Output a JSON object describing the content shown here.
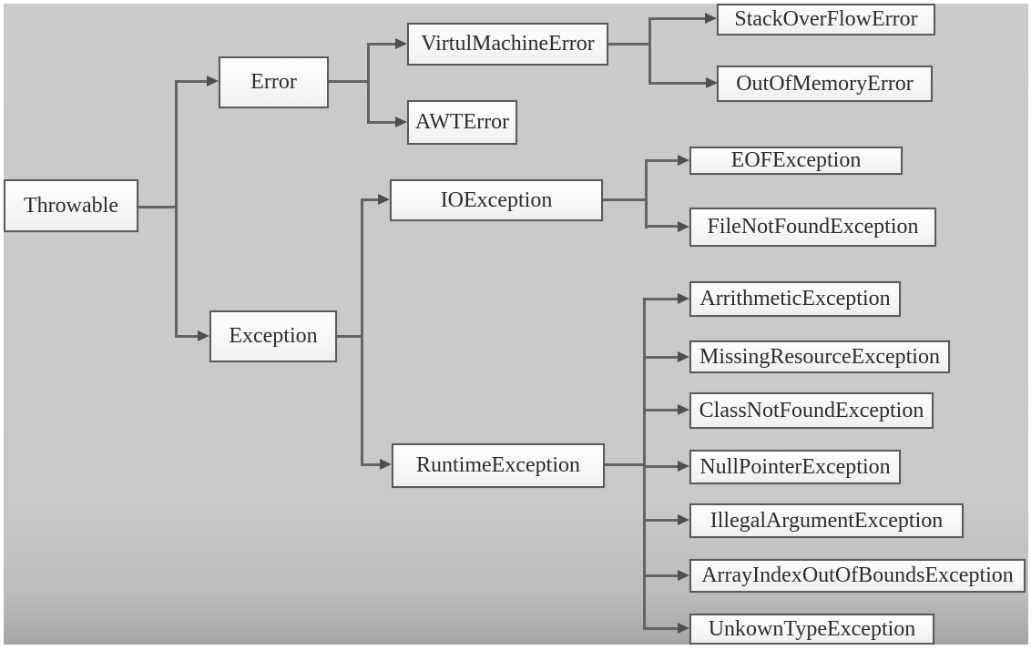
{
  "diagram": {
    "type": "hierarchy-tree",
    "background_color": "#cacaca",
    "box_fill_color": "#f7f7f6",
    "box_border_color": "#5c5c5e",
    "line_color": "#646466",
    "text_color": "#2d2d2d",
    "nodes": {
      "throwable": {
        "label": "Throwable",
        "children": [
          "error",
          "exception"
        ]
      },
      "error": {
        "label": "Error",
        "children": [
          "virtul_machine_error",
          "awt_error"
        ]
      },
      "virtul_machine_error": {
        "label": "VirtulMachineError",
        "children": [
          "stack_overflow_error",
          "out_of_memory_error"
        ]
      },
      "stack_overflow_error": {
        "label": "StackOverFlowError",
        "children": []
      },
      "out_of_memory_error": {
        "label": "OutOfMemoryError",
        "children": []
      },
      "awt_error": {
        "label": "AWTError",
        "children": []
      },
      "exception": {
        "label": "Exception",
        "children": [
          "io_exception",
          "runtime_exception"
        ]
      },
      "io_exception": {
        "label": "IOException",
        "children": [
          "eof_exception",
          "file_not_found_exception"
        ]
      },
      "eof_exception": {
        "label": "EOFException",
        "children": []
      },
      "file_not_found_exception": {
        "label": "FileNotFoundException",
        "children": []
      },
      "runtime_exception": {
        "label": "RuntimeException",
        "children": [
          "arrithmetic_exception",
          "missing_resource_exception",
          "class_not_found_exception",
          "null_pointer_exception",
          "illegal_argument_exception",
          "array_index_out_of_bounds_exception",
          "unkown_type_exception"
        ]
      },
      "arrithmetic_exception": {
        "label": "ArrithmeticException",
        "children": []
      },
      "missing_resource_exception": {
        "label": "MissingResourceException",
        "children": []
      },
      "class_not_found_exception": {
        "label": "ClassNotFoundException",
        "children": []
      },
      "null_pointer_exception": {
        "label": "NullPointerException",
        "children": []
      },
      "illegal_argument_exception": {
        "label": "IllegalArgumentException",
        "children": []
      },
      "array_index_out_of_bounds_exception": {
        "label": "ArrayIndexOutOfBoundsException",
        "children": []
      },
      "unkown_type_exception": {
        "label": "UnkownTypeException",
        "children": []
      }
    }
  }
}
